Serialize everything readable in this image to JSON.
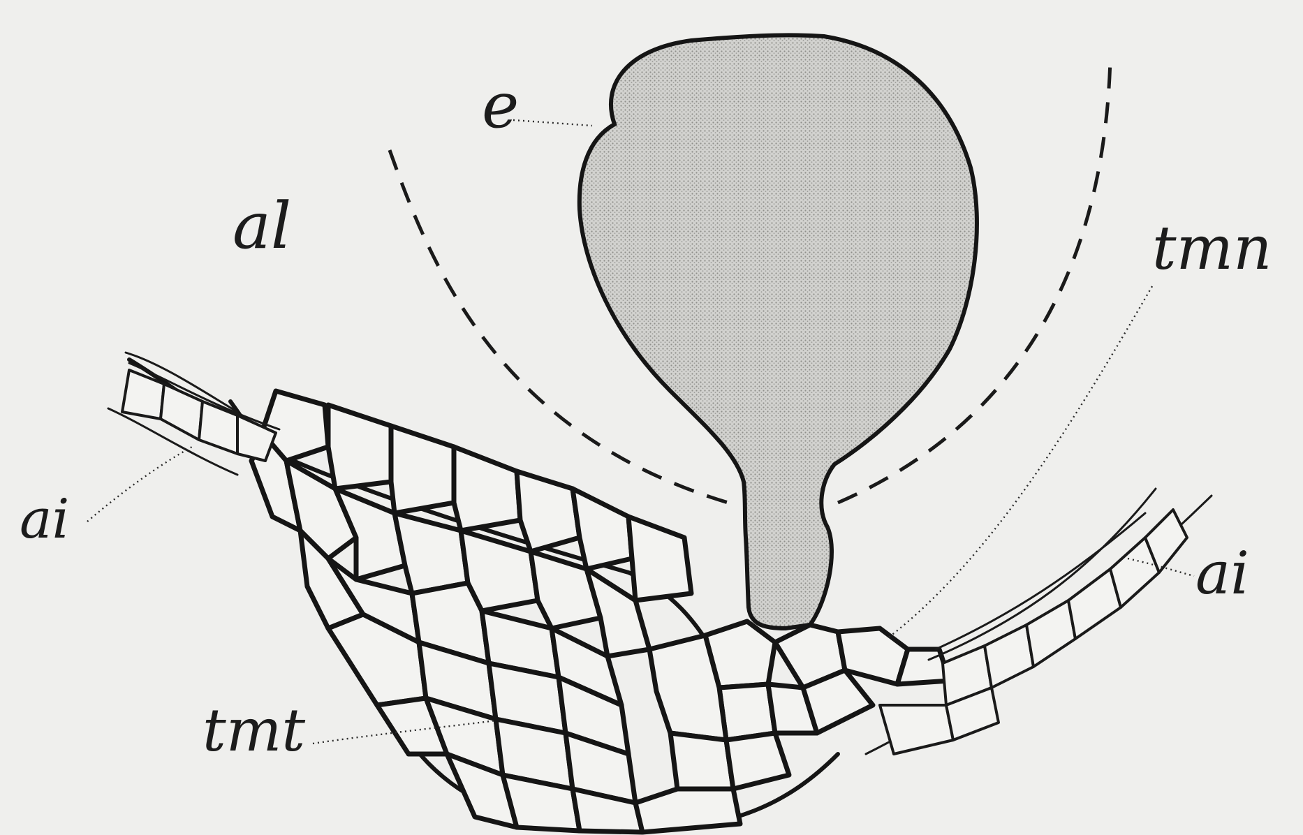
{
  "labels": {
    "e": "e",
    "al": "al",
    "tmn": "tmn",
    "ai_left": "ai",
    "ai_right": "ai",
    "tmt": "tmt"
  },
  "colors": {
    "background": "#efefed",
    "ink": "#151515",
    "stipple": "#c9c9c6"
  }
}
